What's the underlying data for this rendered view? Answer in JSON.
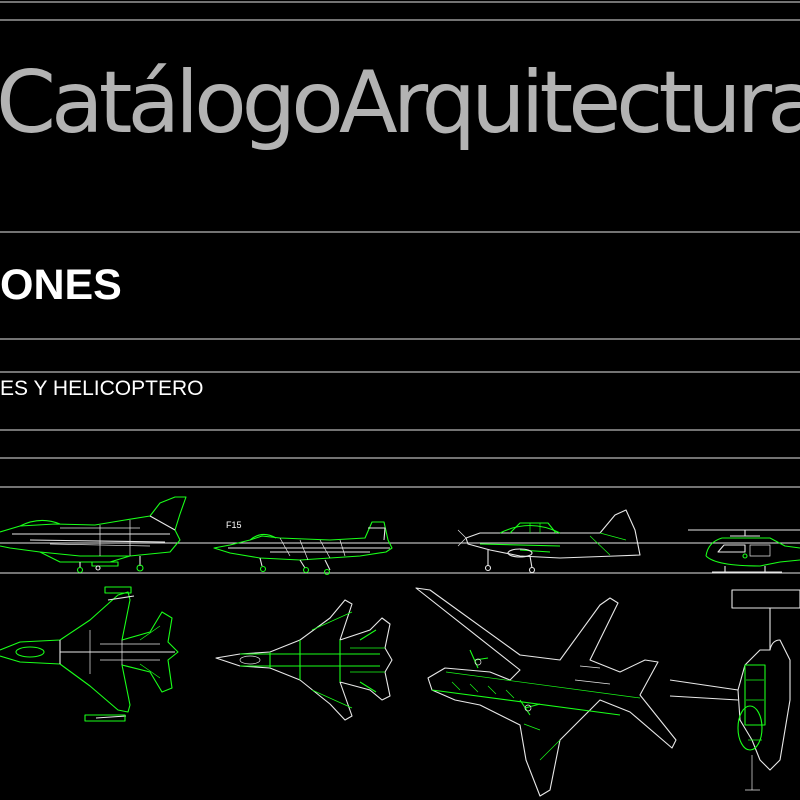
{
  "header": {
    "brand": "CatálogoArquitectura",
    "title": "ONES",
    "subtitle": "ES Y HELICOPTERO"
  },
  "drawings": {
    "labels": {
      "f15": "F15"
    }
  },
  "colors": {
    "background": "#000000",
    "frame_lines": "#e6e6e6",
    "brand_text": "#b3b3b3",
    "drawing_green": "#19ff19",
    "drawing_white": "#e8e8e8"
  }
}
